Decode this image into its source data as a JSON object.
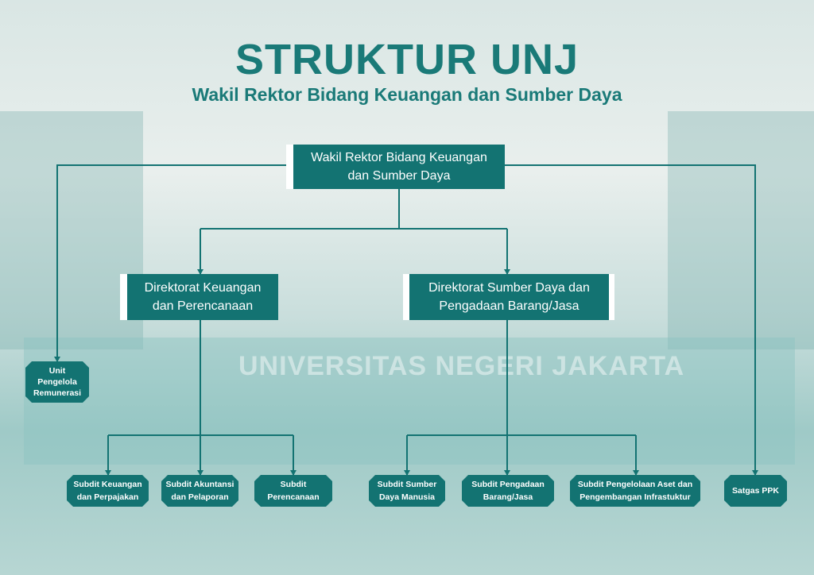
{
  "header": {
    "title": "STRUKTUR UNJ",
    "subtitle": "Wakil Rektor Bidang Keuangan dan Sumber Daya"
  },
  "background": {
    "sign_text": "UNIVERSITAS NEGERI JAKARTA"
  },
  "colors": {
    "accent": "#137372",
    "title": "#1a7a78"
  },
  "nodes": {
    "top": {
      "line1": "Wakil Rektor Bidang Keuangan",
      "line2": "dan Sumber Daya"
    },
    "dir1": {
      "line1": "Direktorat Keuangan",
      "line2": "dan Perencanaan"
    },
    "dir2": {
      "line1": "Direktorat Sumber Daya dan",
      "line2": "Pengadaan Barang/Jasa"
    },
    "unit": {
      "line1": "Unit",
      "line2": "Pengelola",
      "line3": "Remunerasi"
    },
    "s1": {
      "line1": "Subdit Keuangan",
      "line2": "dan Perpajakan"
    },
    "s2": {
      "line1": "Subdit Akuntansi",
      "line2": "dan Pelaporan"
    },
    "s3": {
      "line1": "Subdit",
      "line2": "Perencanaan"
    },
    "s4": {
      "line1": "Subdit Sumber",
      "line2": "Daya Manusia"
    },
    "s5": {
      "line1": "Subdit Pengadaan",
      "line2": "Barang/Jasa"
    },
    "s6": {
      "line1": "Subdit Pengelolaan Aset dan",
      "line2": "Pengembangan Infrastuktur"
    },
    "s7": {
      "line1": "Satgas PPK"
    }
  }
}
